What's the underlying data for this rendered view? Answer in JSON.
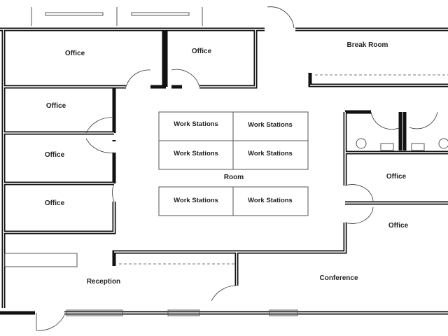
{
  "floor_plan": {
    "rooms": {
      "office_top_left": "Office",
      "office_top_middle": "Office",
      "break_room": "Break Room",
      "office_left_1": "Office",
      "office_left_2": "Office",
      "office_left_3": "Office",
      "room": "Room",
      "office_right_1": "Office",
      "office_right_2": "Office",
      "reception": "Reception",
      "conference": "Conference"
    },
    "work_stations": [
      "Work Stations",
      "Work Stations",
      "Work Stations",
      "Work Stations",
      "Work Stations",
      "Work Stations"
    ]
  }
}
